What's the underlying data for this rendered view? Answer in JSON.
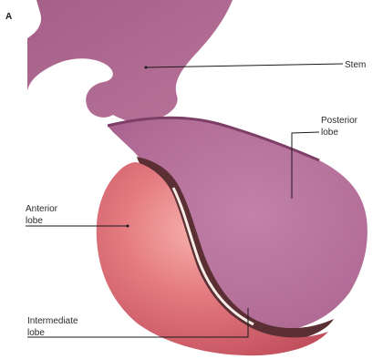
{
  "figure": {
    "panel_letter": "A",
    "labels": {
      "stem": "Stem",
      "posterior_lobe": [
        "Posterior",
        "lobe"
      ],
      "anterior_lobe": [
        "Anterior",
        "lobe"
      ],
      "intermediate_lobe": [
        "Intermediate",
        "lobe"
      ]
    },
    "colors": {
      "neural_tissue": "#b06b95",
      "posterior_shadow": "#9c5a84",
      "anterior_lobe": "#e47a80",
      "anterior_dark": "#c14e5c",
      "intermediate_band": "#5b2f33",
      "leader_lines": "#1a1a1a"
    }
  }
}
